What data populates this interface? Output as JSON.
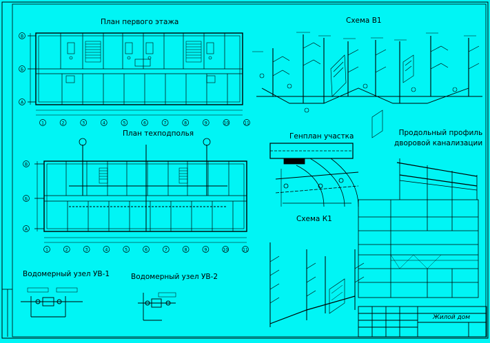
{
  "drawing": {
    "labels": {
      "plan_first_floor": "План первого этажа",
      "scheme_v1": "Схема В1",
      "plan_underground": "План техподполья",
      "site_plan": "Генплан участка",
      "profile": "Продольный профиль\nдворовой канализации",
      "scheme_k1": "Схема К1",
      "meter_uv1": "Водомерный узел УВ-1",
      "meter_uv2": "Водомерный узел УВ-2"
    },
    "axis_letters": [
      "В",
      "Б",
      "А"
    ],
    "axis_numbers": [
      "1",
      "2",
      "3",
      "4",
      "5",
      "6",
      "7",
      "8",
      "9",
      "10",
      "11"
    ],
    "title_block": {
      "title": "Жилой дом"
    },
    "colors": {
      "background": "#00f5f5",
      "lines": "#000000"
    }
  }
}
